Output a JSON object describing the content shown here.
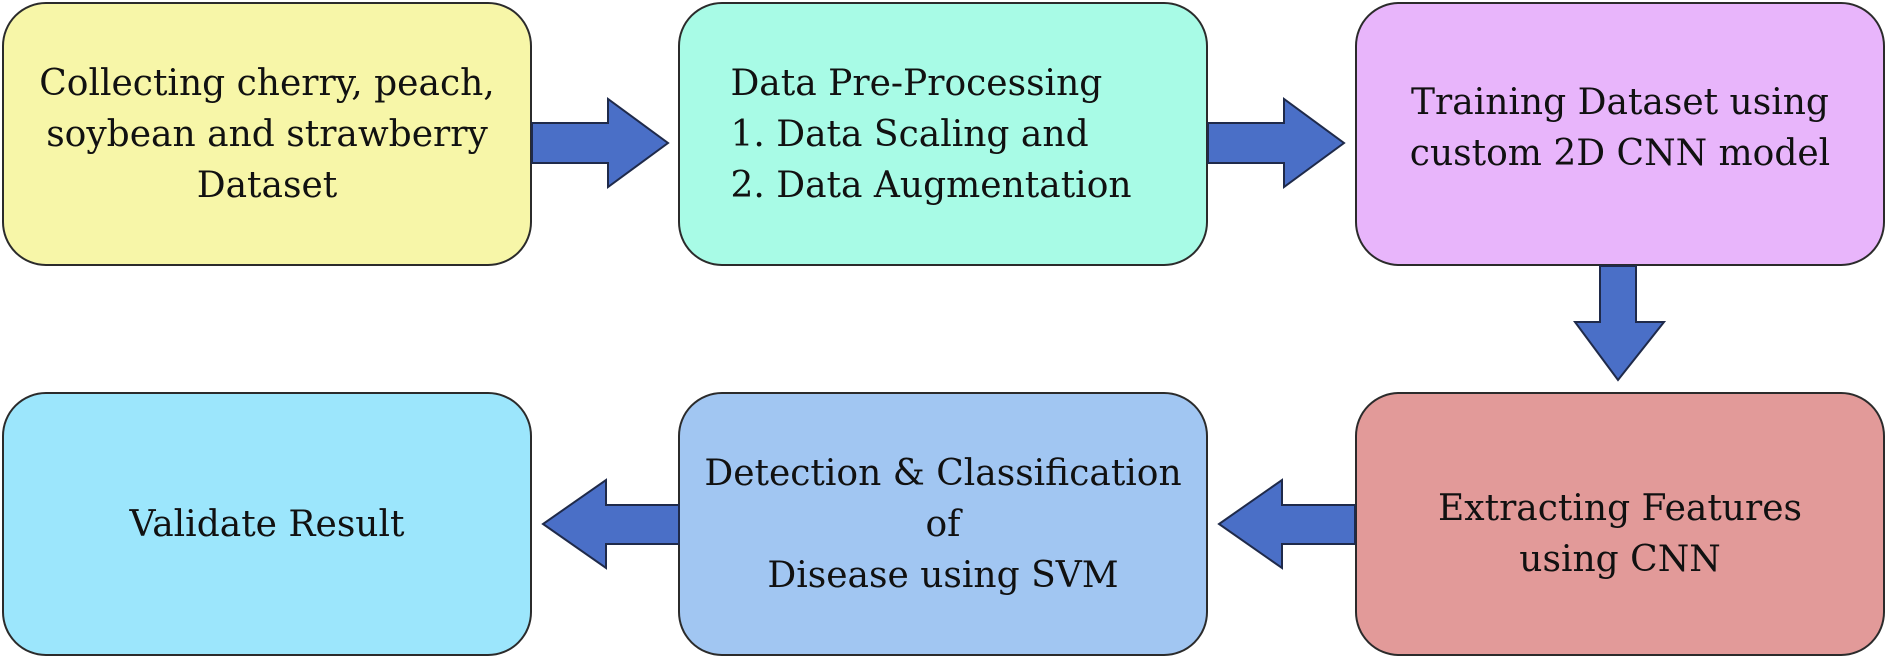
{
  "diagram": {
    "boxes": [
      {
        "id": "collect",
        "lines": [
          "Collecting cherry, peach,",
          "soybean and strawberry",
          "Dataset"
        ],
        "color": "#f7f6a8"
      },
      {
        "id": "preprocess",
        "lines": [
          "Data Pre-Processing",
          "1. Data Scaling and",
          "2. Data Augmentation"
        ],
        "color": "#a8fbe6"
      },
      {
        "id": "train",
        "lines": [
          "Training Dataset using",
          "custom 2D CNN model"
        ],
        "color": "#e8b5fb"
      },
      {
        "id": "extract",
        "lines": [
          "Extracting Features",
          "using CNN"
        ],
        "color": "#e29a99"
      },
      {
        "id": "detect",
        "lines": [
          "Detection & Classification",
          "of",
          "Disease using SVM"
        ],
        "color": "#a1c6f2"
      },
      {
        "id": "validate",
        "lines": [
          "Validate Result"
        ],
        "color": "#9ce6fc"
      }
    ],
    "arrow_color": "#4a6fc7"
  }
}
